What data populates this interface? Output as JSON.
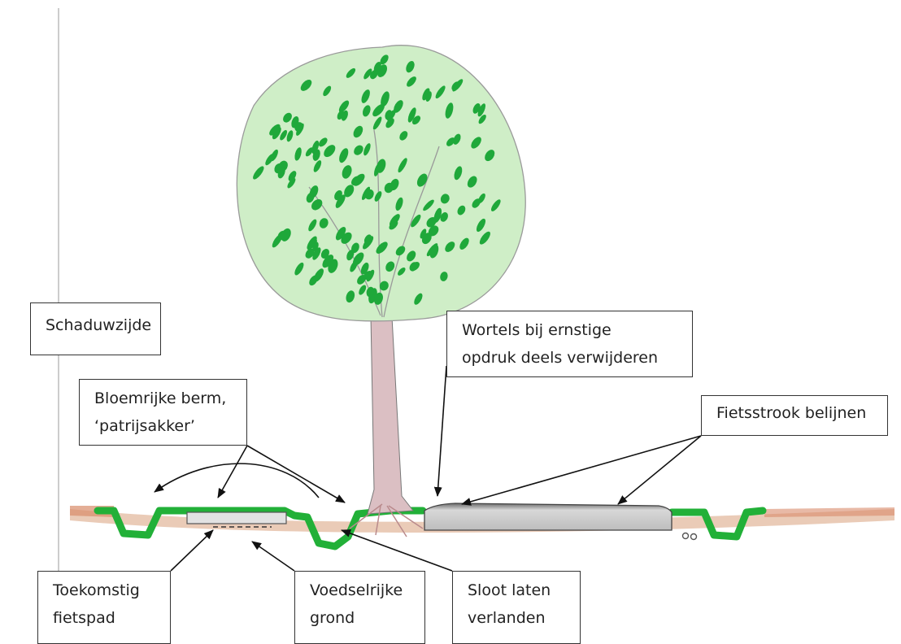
{
  "labels": {
    "shade_side": "Schaduwzijde",
    "flower_verge": [
      "Bloemrijke berm,",
      "‘patrijsakker’"
    ],
    "roots": [
      "Wortels bij ernstige",
      "opdruk deels verwijderen"
    ],
    "bike_lane": "Fietsstrook belijnen",
    "future_path": [
      "Toekomstig",
      "fietspad"
    ],
    "rich_soil": [
      "Voedselrijke",
      "grond"
    ],
    "ditch": [
      "Sloot laten",
      "verlanden"
    ]
  },
  "colors": {
    "grass": "#22b038",
    "leaf_dark": "#1fa83a",
    "canopy_fill": "#cfeec7",
    "soil": "#d9a07c",
    "trunk": "#d8bcc0",
    "road": "#d4d4d4",
    "ink": "#333333"
  }
}
